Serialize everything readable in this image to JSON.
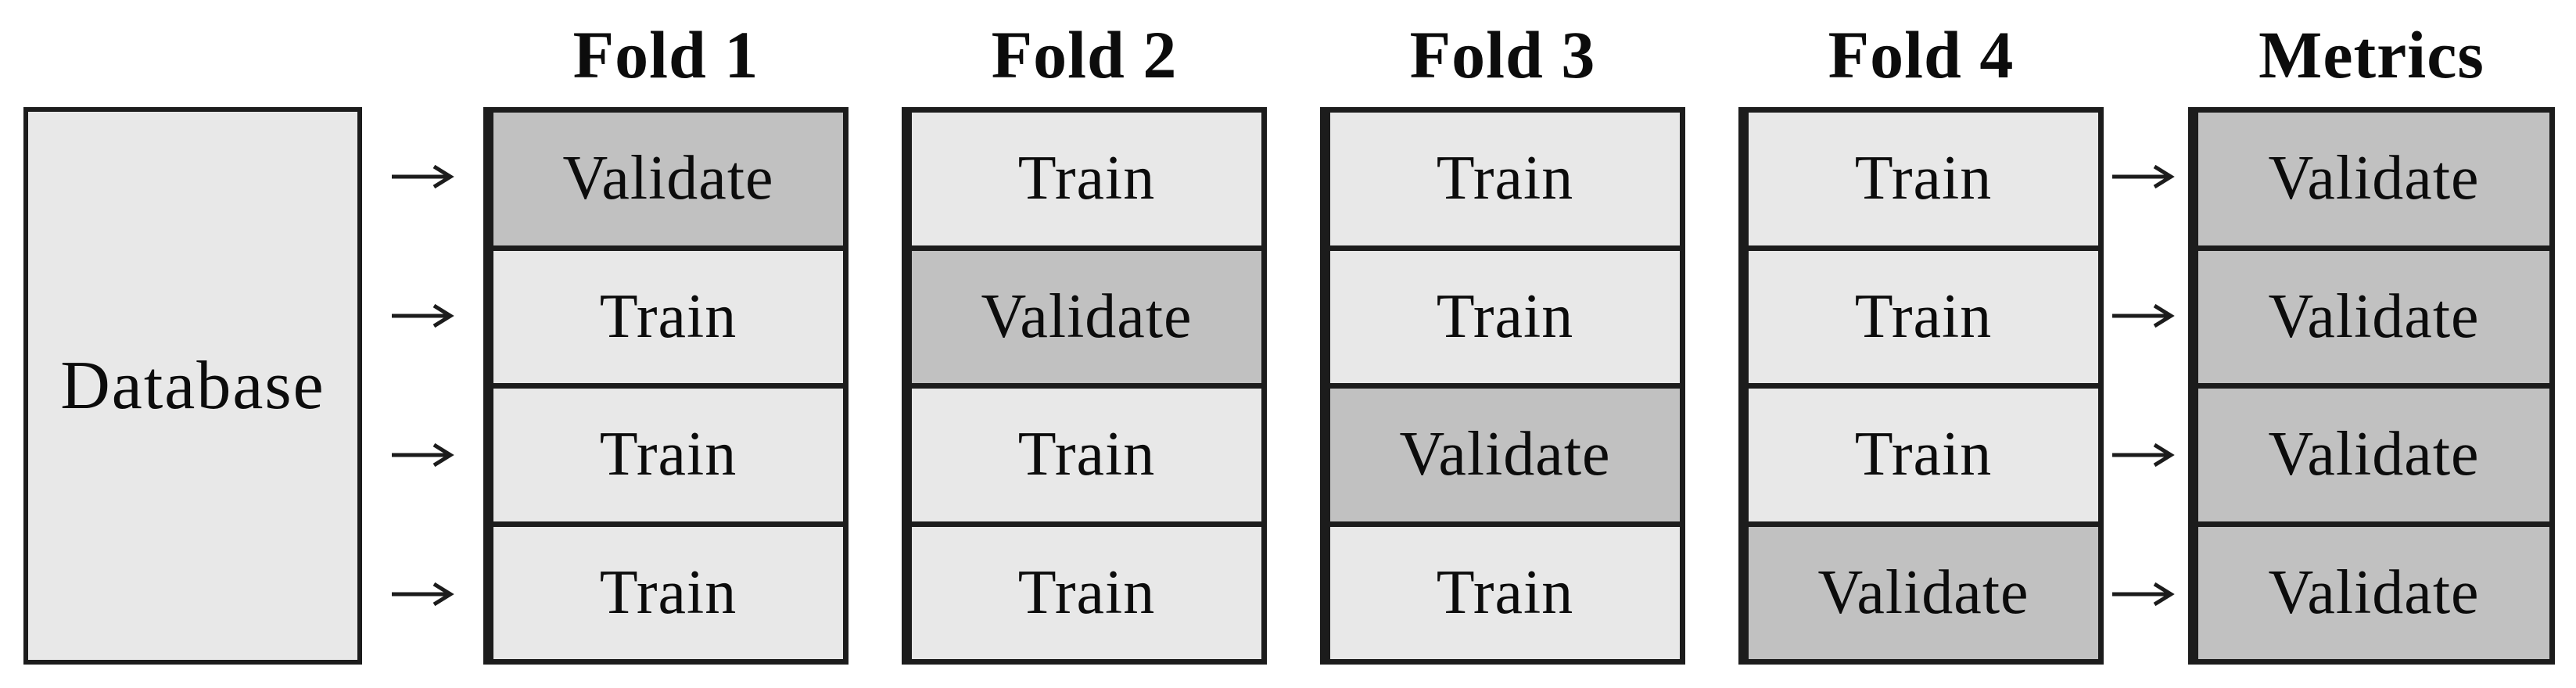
{
  "diagram": {
    "database": {
      "label": "Database"
    },
    "folds": [
      {
        "header": "Fold 1",
        "cells": [
          "Validate",
          "Train",
          "Train",
          "Train"
        ]
      },
      {
        "header": "Fold 2",
        "cells": [
          "Train",
          "Validate",
          "Train",
          "Train"
        ]
      },
      {
        "header": "Fold 3",
        "cells": [
          "Train",
          "Train",
          "Validate",
          "Train"
        ]
      },
      {
        "header": "Fold 4",
        "cells": [
          "Train",
          "Train",
          "Train",
          "Validate"
        ]
      },
      {
        "header": "Metrics",
        "cells": [
          "Validate",
          "Validate",
          "Validate",
          "Validate"
        ]
      }
    ],
    "arrows": {
      "left_count": 4,
      "right_count": 4,
      "direction": "right"
    },
    "colors": {
      "train_fill": "#e8e8e8",
      "validate_fill": "#c1c1c1",
      "border": "#1c1c1c",
      "text": "#0c0c0c",
      "background": "#ffffff"
    }
  }
}
